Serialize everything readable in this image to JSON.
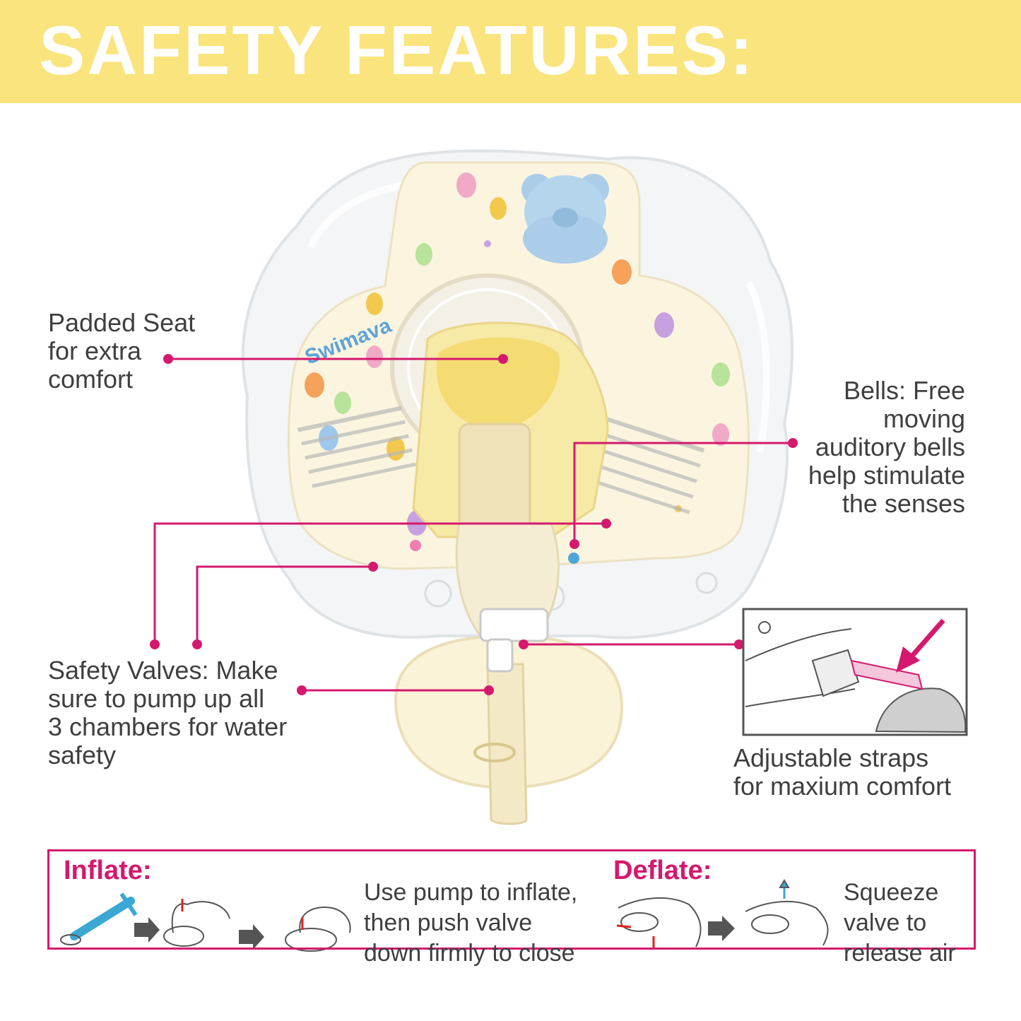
{
  "header": {
    "title": "SAFETY FEATURES:"
  },
  "product": {
    "brand": "Swimava"
  },
  "callouts": {
    "padded_seat": [
      "Padded Seat",
      "for extra",
      "comfort"
    ],
    "bells": [
      "Bells: Free",
      "moving",
      "auditory bells",
      "help stimulate",
      "the senses"
    ],
    "safety_valves": [
      "Safety Valves: Make",
      "sure to pump up all",
      "3 chambers for water",
      "safety"
    ],
    "straps": [
      "Adjustable straps",
      "for maxium comfort"
    ]
  },
  "instructions": {
    "inflate": {
      "heading": "Inflate:",
      "text": [
        "Use pump to inflate,",
        "then push valve",
        "down firmly to close"
      ]
    },
    "deflate": {
      "heading": "Deflate:",
      "text": [
        "Squeeze",
        "valve to",
        "release air"
      ]
    }
  },
  "colors": {
    "banner": "#fae47d",
    "accent": "#d4196e",
    "text": "#3f3f3f"
  },
  "icons": [
    "pump-icon",
    "arrow-right-icon",
    "valve-press-icon",
    "valve-squeeze-icon"
  ]
}
